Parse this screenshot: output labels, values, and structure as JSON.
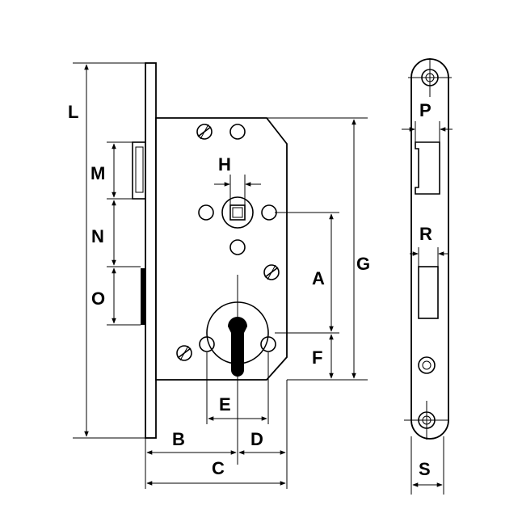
{
  "diagram": {
    "dimension_labels": {
      "L": "L",
      "M": "M",
      "N": "N",
      "O": "O",
      "H": "H",
      "A": "A",
      "G": "G",
      "F": "F",
      "E": "E",
      "B": "B",
      "D": "D",
      "C": "C",
      "P": "P",
      "R": "R",
      "S": "S"
    },
    "colors": {
      "line": "#000000",
      "background": "#ffffff",
      "fill_dark": "#000000"
    }
  }
}
